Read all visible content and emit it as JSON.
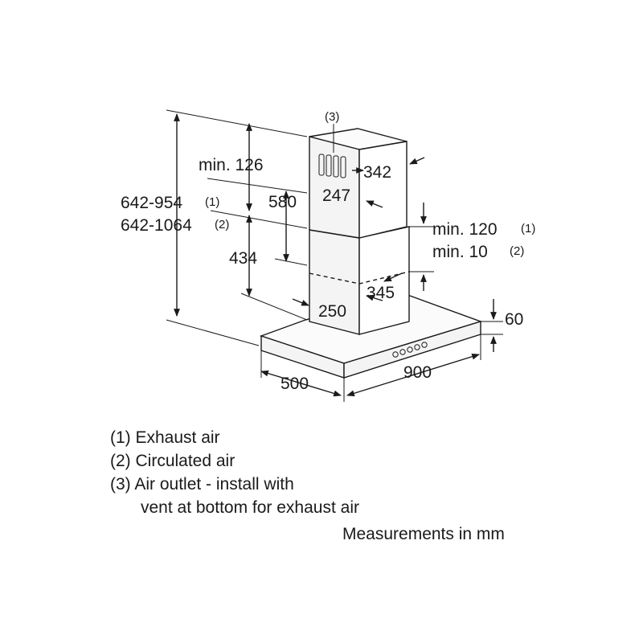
{
  "dimensions": {
    "chimney_top_label": "(3)",
    "min_126": "min. 126",
    "d580": "580",
    "d342": "342",
    "d247": "247",
    "range_1": "642-954",
    "range_1_note": "(1)",
    "range_2": "642-1064",
    "range_2_note": "(2)",
    "min_120": "min. 120",
    "min_120_note": "(1)",
    "min_10": "min. 10",
    "min_10_note": "(2)",
    "d434": "434",
    "d345": "345",
    "d250": "250",
    "d60": "60",
    "d500": "500",
    "d900": "900"
  },
  "legend": {
    "item1": "(1) Exhaust air",
    "item2": "(2) Circulated air",
    "item3_line1": "(3) Air outlet - install with",
    "item3_line2": "vent at bottom for exhaust air",
    "units": "Measurements in mm"
  }
}
